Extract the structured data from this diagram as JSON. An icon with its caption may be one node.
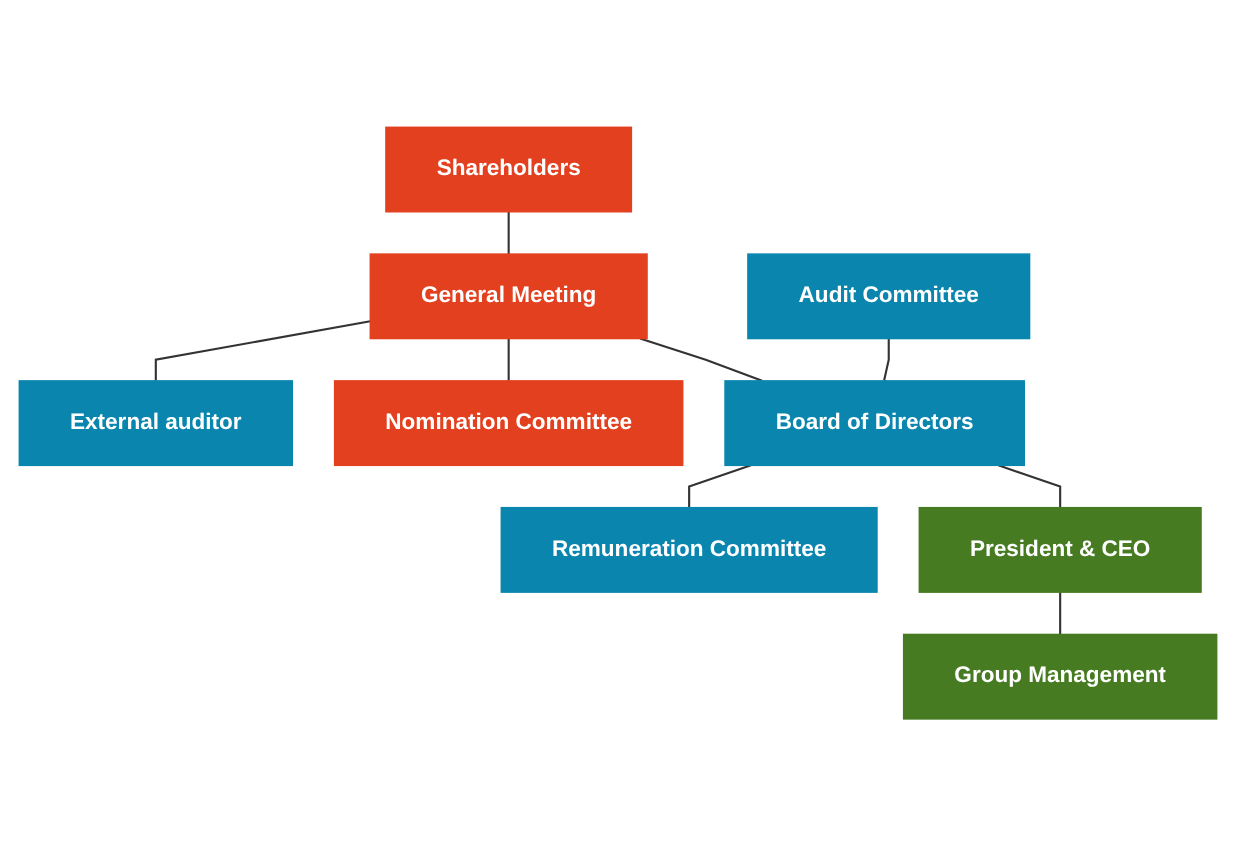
{
  "diagram": {
    "nodes": [
      {
        "text": [
          "Shareholders"
        ]
      },
      {
        "text": [
          "General Meeting"
        ]
      },
      {
        "text": [
          "External auditor"
        ]
      },
      {
        "text": [
          "Nomination Committee"
        ]
      },
      {
        "text": [
          "Audit Committee"
        ]
      },
      {
        "text": [
          "Board of Directors"
        ]
      },
      {
        "text": [
          "Remuneration Committee"
        ]
      },
      {
        "text": [
          "President & CEO"
        ]
      },
      {
        "text": [
          "Group Management"
        ]
      }
    ],
    "edges": [
      {
        "from": 0,
        "to": 1,
        "arrow": "none"
      },
      {
        "from": 1,
        "to": 2,
        "arrow": "none"
      },
      {
        "from": 1,
        "to": 3,
        "arrow": "none"
      },
      {
        "from": 1,
        "to": 5,
        "arrow": "none"
      },
      {
        "from": 4,
        "to": 5,
        "arrow": "none"
      },
      {
        "from": 5,
        "to": 6,
        "arrow": "none"
      },
      {
        "from": 5,
        "to": 7,
        "arrow": "none"
      },
      {
        "from": 7,
        "to": 8,
        "arrow": "none"
      }
    ]
  }
}
